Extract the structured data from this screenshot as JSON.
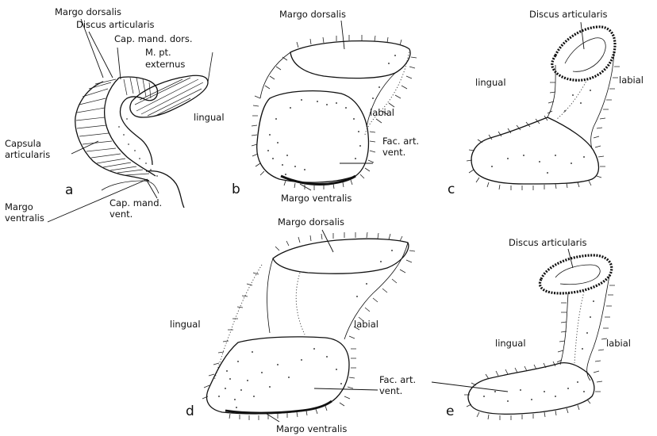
{
  "panels": {
    "a": {
      "letter": "a",
      "labels": {
        "margo_dorsalis": "Margo dorsalis",
        "discus_articularis": "Discus articularis",
        "cap_mand_dors": "Cap. mand. dors.",
        "m_pt_externus_1": "M. pt.",
        "m_pt_externus_2": "externus",
        "lingual": "lingual",
        "capsula_articularis_1": "Capsula",
        "capsula_articularis_2": "articularis",
        "margo_ventralis_1": "Margo",
        "margo_ventralis_2": "ventralis",
        "cap_mand_vent_1": "Cap. mand.",
        "cap_mand_vent_2": "vent."
      }
    },
    "b": {
      "letter": "b",
      "labels": {
        "margo_dorsalis": "Margo dorsalis",
        "labial": "labial",
        "fac_art_vent_1": "Fac. art.",
        "fac_art_vent_2": "vent.",
        "margo_ventralis": "Margo ventralis"
      }
    },
    "c": {
      "letter": "c",
      "labels": {
        "discus_articularis": "Discus articularis",
        "lingual": "lingual",
        "labial": "labial"
      }
    },
    "d": {
      "letter": "d",
      "labels": {
        "margo_dorsalis": "Margo dorsalis",
        "lingual": "lingual",
        "labial": "labial",
        "fac_art_vent_1": "Fac. art.",
        "fac_art_vent_2": "vent.",
        "margo_ventralis": "Margo ventralis"
      }
    },
    "e": {
      "letter": "e",
      "labels": {
        "discus_articularis": "Discus articularis",
        "lingual": "lingual",
        "labial": "labial"
      }
    }
  }
}
